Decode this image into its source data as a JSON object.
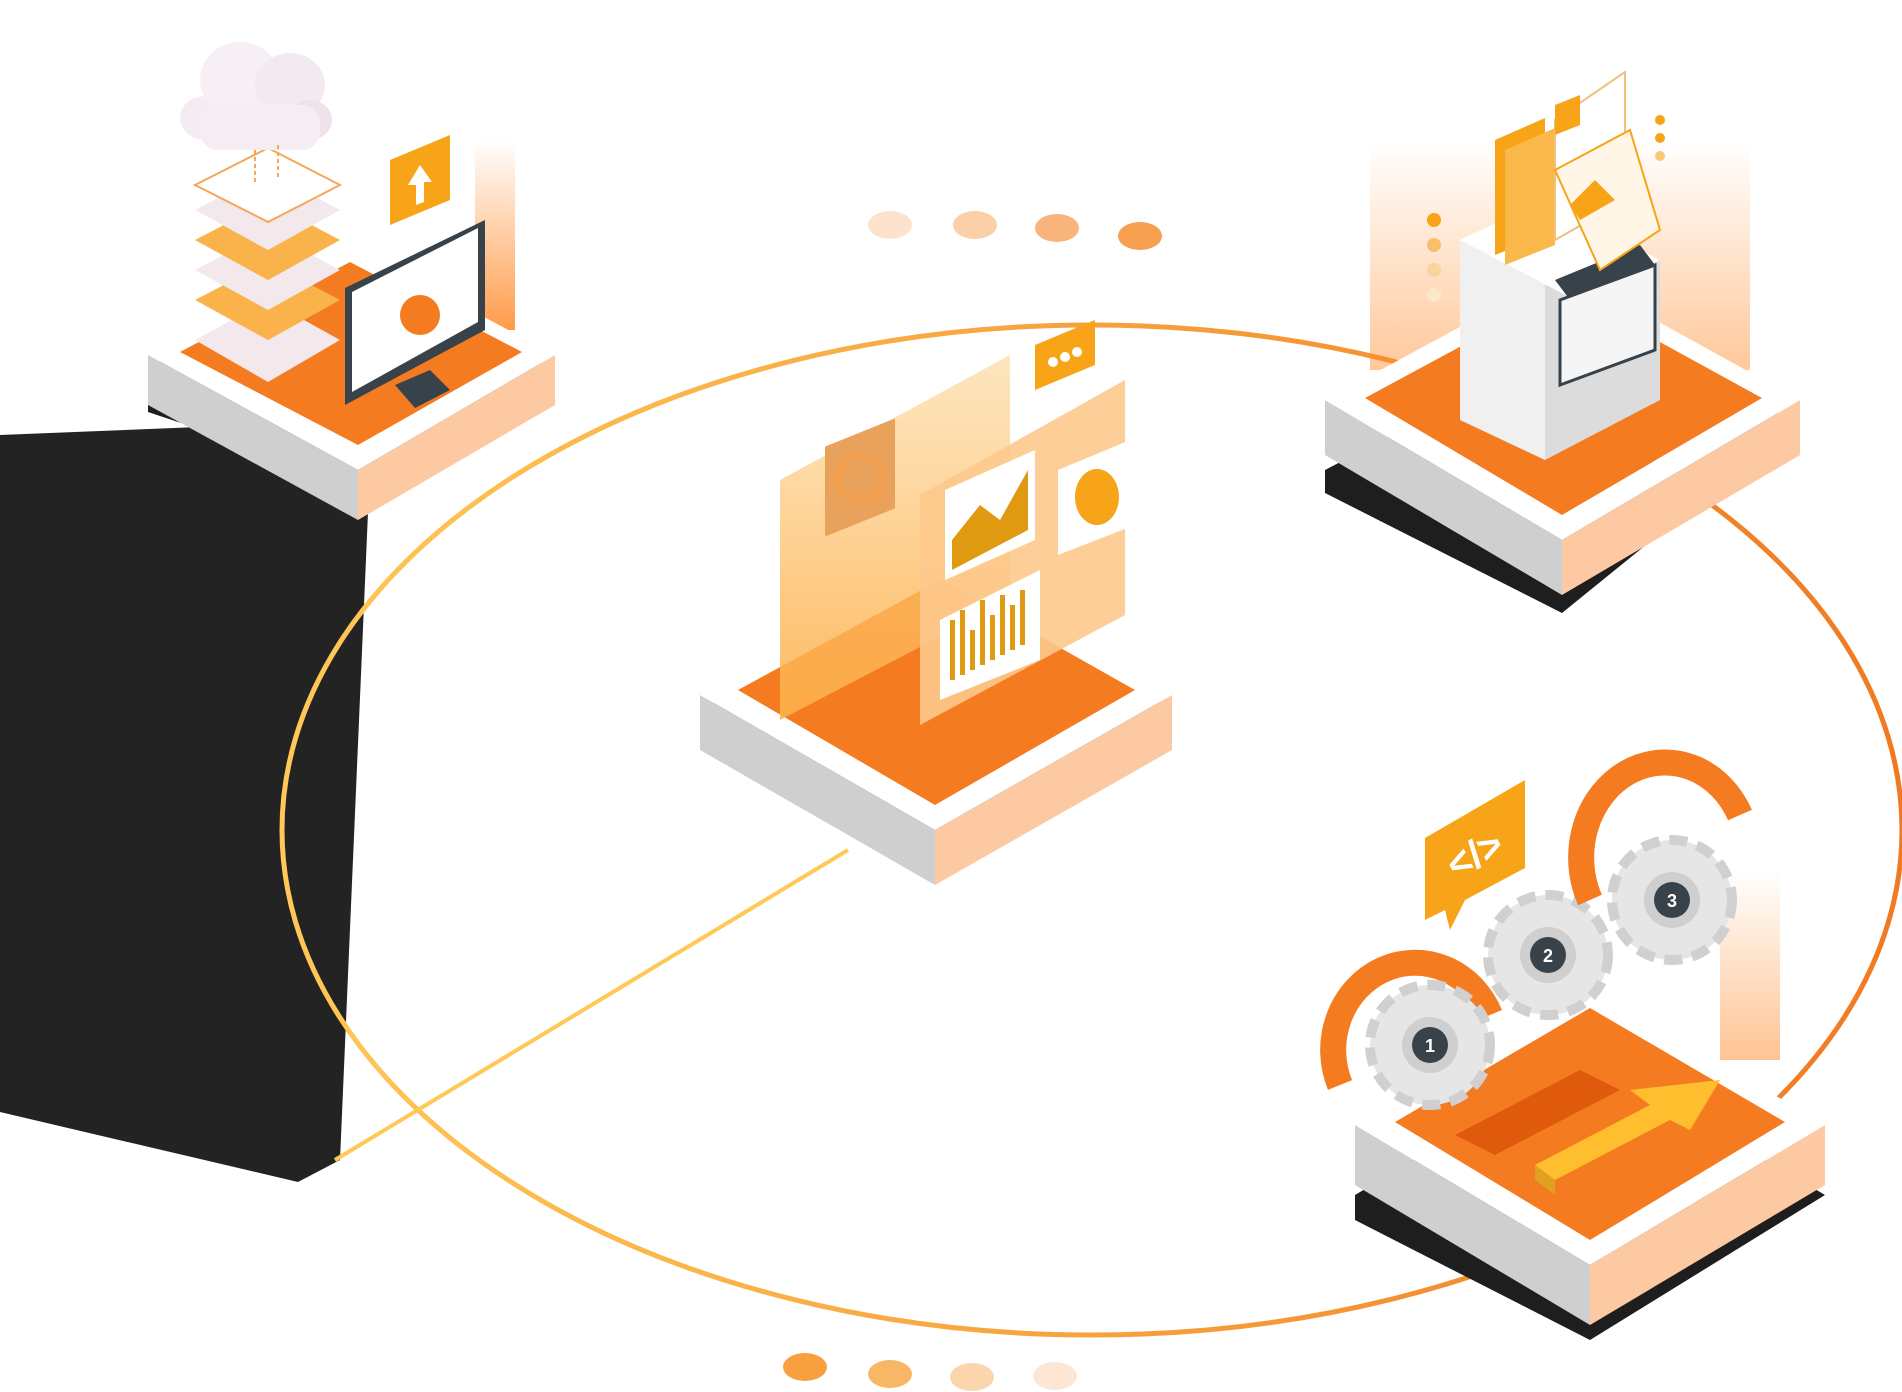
{
  "diagram": {
    "nodes": [
      {
        "id": "cloud-server",
        "icons": [
          "cloud-icon",
          "server-stack-icon",
          "monitor-icon",
          "upload-icon"
        ]
      },
      {
        "id": "dashboard",
        "icons": [
          "chart-panel-icon",
          "chat-bubble-icon",
          "pie-chart-icon"
        ]
      },
      {
        "id": "file-archive",
        "icons": [
          "folder-icon",
          "document-icon",
          "filing-cabinet-icon"
        ]
      },
      {
        "id": "workflow-gears",
        "icons": [
          "gear-icon",
          "code-icon",
          "arrow-icon"
        ]
      }
    ],
    "code_badge": "</>",
    "gear_labels": [
      "1",
      "2",
      "3"
    ],
    "colors": {
      "accent": "#F47B20",
      "accent_dark": "#E05A0E",
      "accent_light": "#FCC9A3",
      "yellow": "#FFBE2E",
      "platform_side": "#CFCFCF",
      "platform_base": "#1E1E1E",
      "slab": "#232323"
    }
  }
}
